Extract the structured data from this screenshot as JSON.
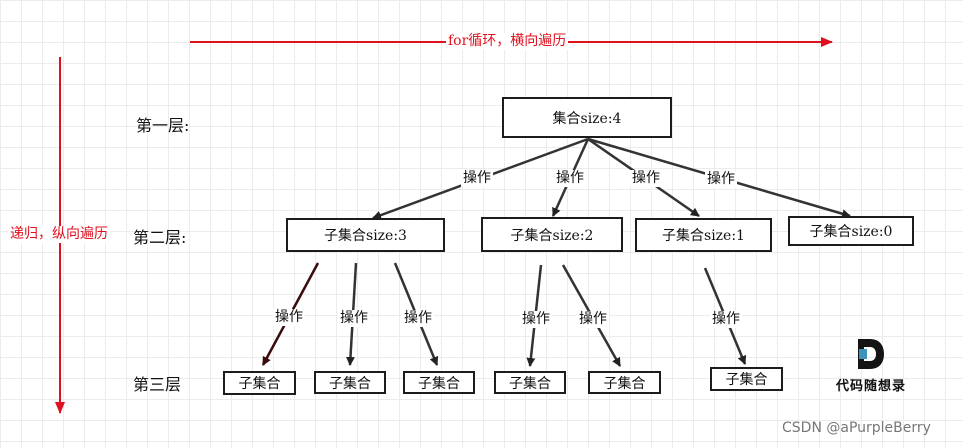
{
  "diagram": {
    "horizontal_label": "for循环，横向遍历",
    "vertical_label": "递归，纵向遍历",
    "levels": [
      "第一层:",
      "第二层:",
      "第三层"
    ],
    "root": "集合size:4",
    "level2": [
      "子集合size:3",
      "子集合size:2",
      "子集合size:1",
      "子集合size:0"
    ],
    "level3": [
      "子集合",
      "子集合",
      "子集合",
      "子集合",
      "子集合",
      "子集合"
    ],
    "edge_label": "操作",
    "edge_labels": [
      "操作",
      "操作",
      "操作",
      "操作",
      "操作",
      "操作",
      "操作",
      "操作",
      "操作",
      "操作"
    ]
  },
  "logo": {
    "text": "代码随想录",
    "icon": "D-logo-icon"
  },
  "watermark": "CSDN @aPurpleBerry",
  "colors": {
    "accent": "#e0111f",
    "stroke": "#333333",
    "dark_arrow": "#3a0b0b"
  }
}
